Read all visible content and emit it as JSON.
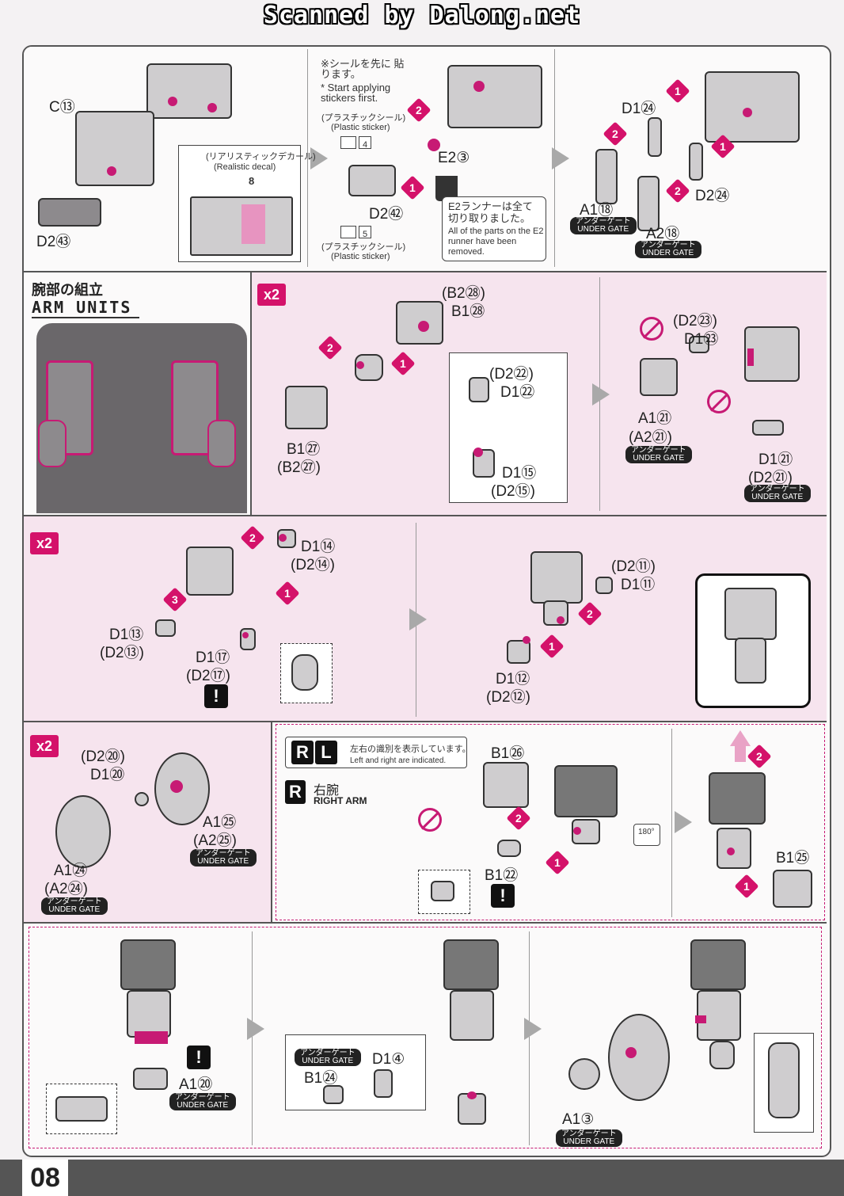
{
  "banner": "Scanned by Dalong.net",
  "page_number": "08",
  "section": {
    "title_jp": "腕部の組立",
    "title_en": "ARM UNITS"
  },
  "step1": {
    "c13": "C⑬",
    "d243": "D2㊸",
    "realistic_decal_jp": "(リアリスティックデカール)",
    "realistic_decal_en": "(Realistic decal)",
    "decal_num": "8"
  },
  "step2": {
    "note_jp": "※シールを先に 貼ります。",
    "note_en": "* Start applying stickers first.",
    "plastic_sticker_jp": "(プラスチックシール)",
    "plastic_sticker_en": "(Plastic sticker)",
    "sticker4": "4",
    "sticker5": "5",
    "e23": "E2③",
    "d242": "D2㊷",
    "runner_note_jp": "E2ランナーは全て 切り取りました。",
    "runner_note_en": "All of the parts on the E2 runner have been removed."
  },
  "step3": {
    "d124": "D1㉔",
    "d224": "D2㉔",
    "a118": "A1⑱",
    "a218": "A2⑱"
  },
  "under_gate_jp": "アンダーゲート",
  "under_gate_en": "UNDER GATE",
  "x2": "x2",
  "arm1": {
    "b228": "(B2㉘)",
    "b128": "B1㉘",
    "b127": "B1㉗",
    "b227": "(B2㉗)",
    "d222": "(D2㉒)",
    "d122": "D1㉒",
    "d115": "D1⑮",
    "d215": "(D2⑮)",
    "d223": "(D2㉓)",
    "d123": "D1㉓",
    "a121": "A1㉑",
    "a221": "(A2㉑)",
    "d121": "D1㉑",
    "d221": "(D2㉑)"
  },
  "arm2": {
    "d114": "D1⑭",
    "d214": "(D2⑭)",
    "d113": "D1⑬",
    "d213": "(D2⑬)",
    "d117": "D1⑰",
    "d217": "(D2⑰)",
    "d211": "(D2⑪)",
    "d111": "D1⑪",
    "d112": "D1⑫",
    "d212": "(D2⑫)"
  },
  "arm3": {
    "d220": "(D2⑳)",
    "d120": "D1⑳",
    "a125": "A1㉕",
    "a225": "(A2㉕)",
    "a124": "A1㉔",
    "a224": "(A2㉔)"
  },
  "arm4": {
    "rl_note_jp": "左右の識別を表示しています。",
    "rl_note_en": "Left and right are indicated.",
    "r": "R",
    "l": "L",
    "right_arm_jp": "右腕",
    "right_arm_en": "RIGHT ARM",
    "b126": "B1㉖",
    "b122": "B1㉒",
    "rotate": "180°",
    "b125": "B1㉕"
  },
  "arm5": {
    "a120": "A1⑳",
    "b124": "B1㉔",
    "d14": "D1④",
    "a13": "A1③"
  },
  "steps": [
    "1",
    "2",
    "3"
  ],
  "warn": "!",
  "colors": {
    "accent": "#c71a74",
    "panel_pink": "#f6e4ee",
    "dark": "#555555"
  }
}
